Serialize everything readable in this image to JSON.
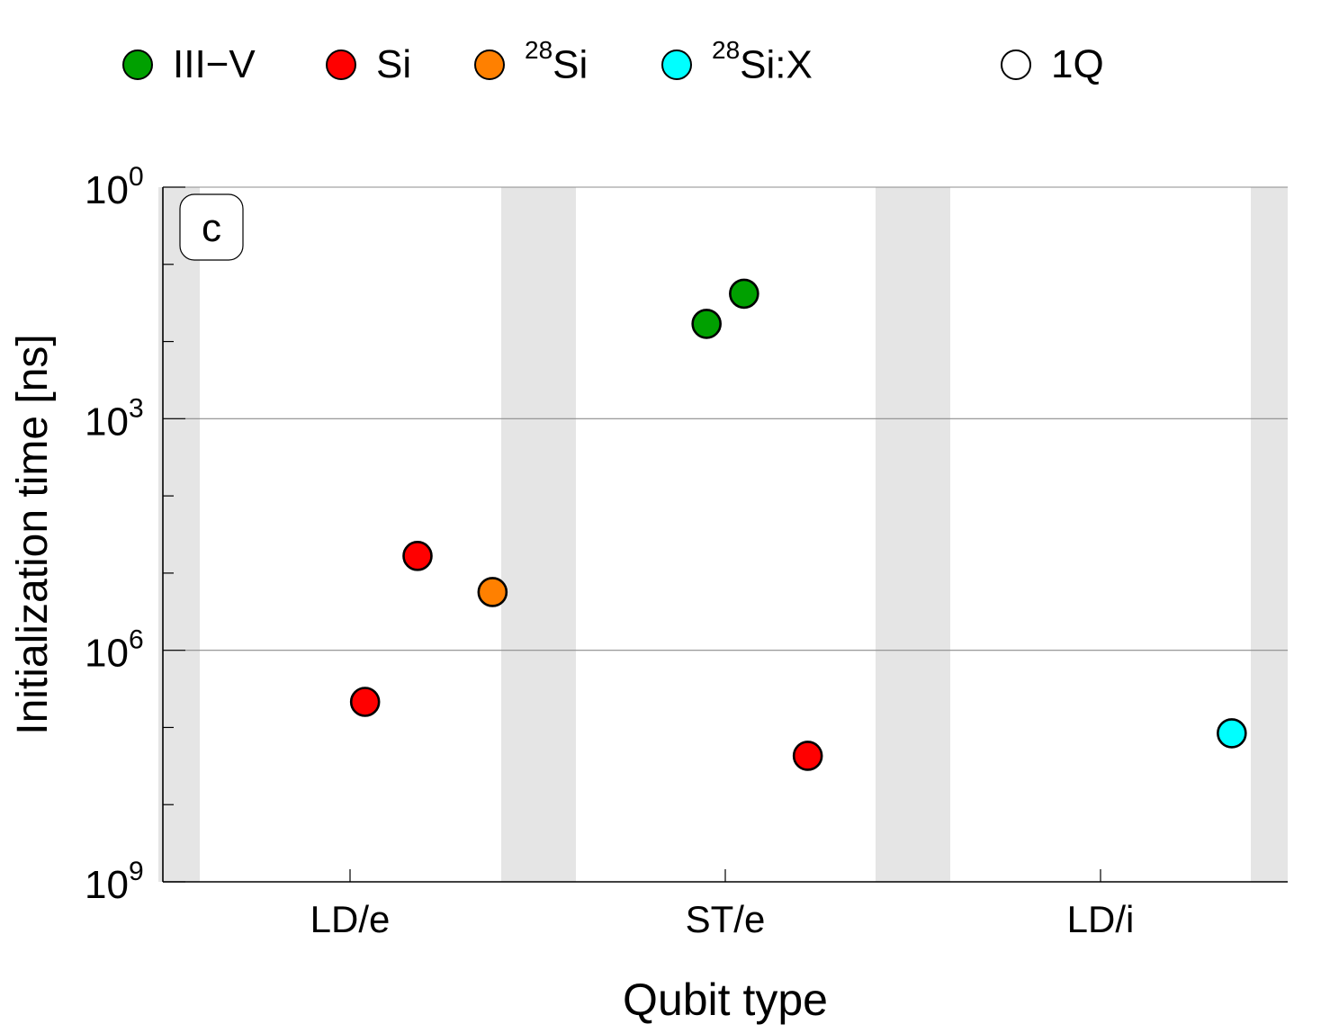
{
  "legend": {
    "items": [
      {
        "id": "iii-v",
        "label": "III−V",
        "sup": "",
        "color": "#00a000",
        "x": 136
      },
      {
        "id": "si",
        "label": "Si",
        "sup": "",
        "color": "#ff0000",
        "x": 362
      },
      {
        "id": "si28",
        "label": "Si",
        "sup": "28",
        "color": "#ff8000",
        "x": 527
      },
      {
        "id": "si28x",
        "label": "Si:X",
        "sup": "28",
        "color": "#00ffff",
        "x": 735
      },
      {
        "id": "1q",
        "label": "1Q",
        "sup": "",
        "color": "#ffffff",
        "x": 1112
      }
    ]
  },
  "panel_label": "c",
  "chart_data": {
    "type": "scatter",
    "title": "",
    "panel": "c",
    "xlabel": "Qubit type",
    "ylabel": "Initialization time [ns]",
    "yscale": "log",
    "y_inverted": true,
    "ylim": [
      1,
      1000000000
    ],
    "yticks": [
      {
        "exp": "0",
        "value": 1
      },
      {
        "exp": "3",
        "value": 1000
      },
      {
        "exp": "6",
        "value": 1000000
      },
      {
        "exp": "9",
        "value": 1000000000
      }
    ],
    "categories": [
      "LD/e",
      "ST/e",
      "LD/i"
    ],
    "grid": {
      "horizontal_major": true,
      "vertical": false
    },
    "shaded_bands": true,
    "legend_position": "top",
    "series": [
      {
        "name": "III−V",
        "color": "#00a000",
        "points": [
          {
            "category": "ST/e",
            "offset": -0.05,
            "value": 59
          },
          {
            "category": "ST/e",
            "offset": 0.05,
            "value": 24
          }
        ]
      },
      {
        "name": "Si",
        "color": "#ff0000",
        "points": [
          {
            "category": "LD/e",
            "offset": 0.18,
            "value": 60000
          },
          {
            "category": "LD/e",
            "offset": 0.04,
            "value": 4660000
          },
          {
            "category": "ST/e",
            "offset": 0.22,
            "value": 23300000
          }
        ]
      },
      {
        "name": "28Si",
        "color": "#ff8000",
        "points": [
          {
            "category": "LD/e",
            "offset": 0.38,
            "value": 176000
          }
        ]
      },
      {
        "name": "28Si:X",
        "color": "#00ffff",
        "points": [
          {
            "category": "LD/i",
            "offset": 0.35,
            "value": 11900000
          }
        ]
      }
    ],
    "marker_legend": [
      {
        "name": "1Q",
        "marker": "open-circle"
      }
    ]
  }
}
